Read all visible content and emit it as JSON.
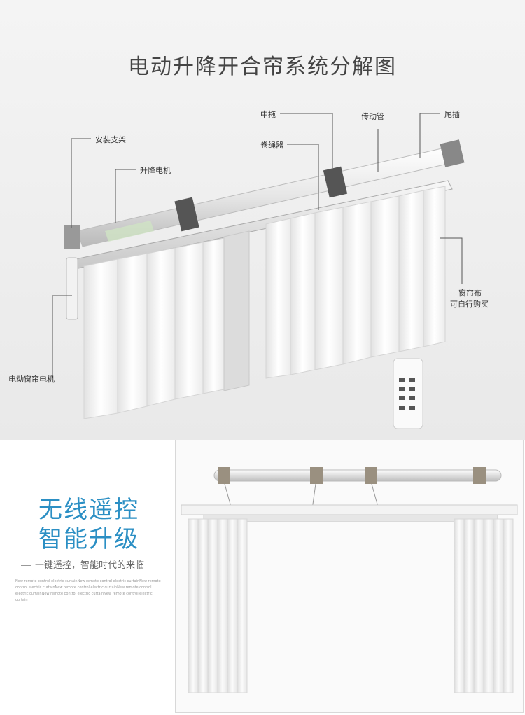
{
  "title": "电动升降开合帘系统分解图",
  "labels": {
    "mounting_bracket": "安装支架",
    "lift_motor": "升降电机",
    "center_pull": "中拖",
    "rope_winder": "卷绳器",
    "drive_tube": "传动管",
    "end_plug": "尾插",
    "curtain_fabric_line1": "窗帘布",
    "curtain_fabric_line2": "可自行购买",
    "curtain_motor": "电动窗帘电机"
  },
  "promo": {
    "headline_line1": "无线遥控",
    "headline_line2": "智能升级",
    "tagline": "一键遥控，智能时代的来临",
    "fine_print": "New remote control electric curtainNew remote control electric curtainNew remote control electric curtainNew remote control electric curtainNew remote control electric curtainNew remote control electric curtainNew remote control electric curtain"
  },
  "colors": {
    "accent_blue": "#2b8fc4",
    "text_dark": "#444444"
  }
}
